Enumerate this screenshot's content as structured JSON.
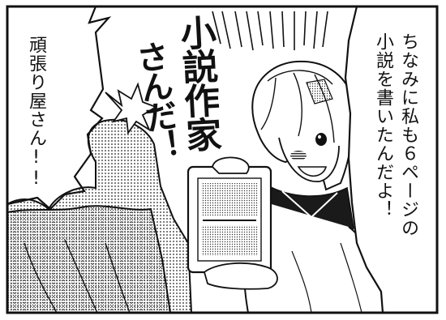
{
  "bubble_right": {
    "line1": "ちなみに私も６ページの",
    "line2": "小説を書いたんだよ！"
  },
  "shout": {
    "line1": "小説作家",
    "line2": "さんだ！"
  },
  "bubble_left": {
    "line1": "頑張り屋さん!!"
  }
}
